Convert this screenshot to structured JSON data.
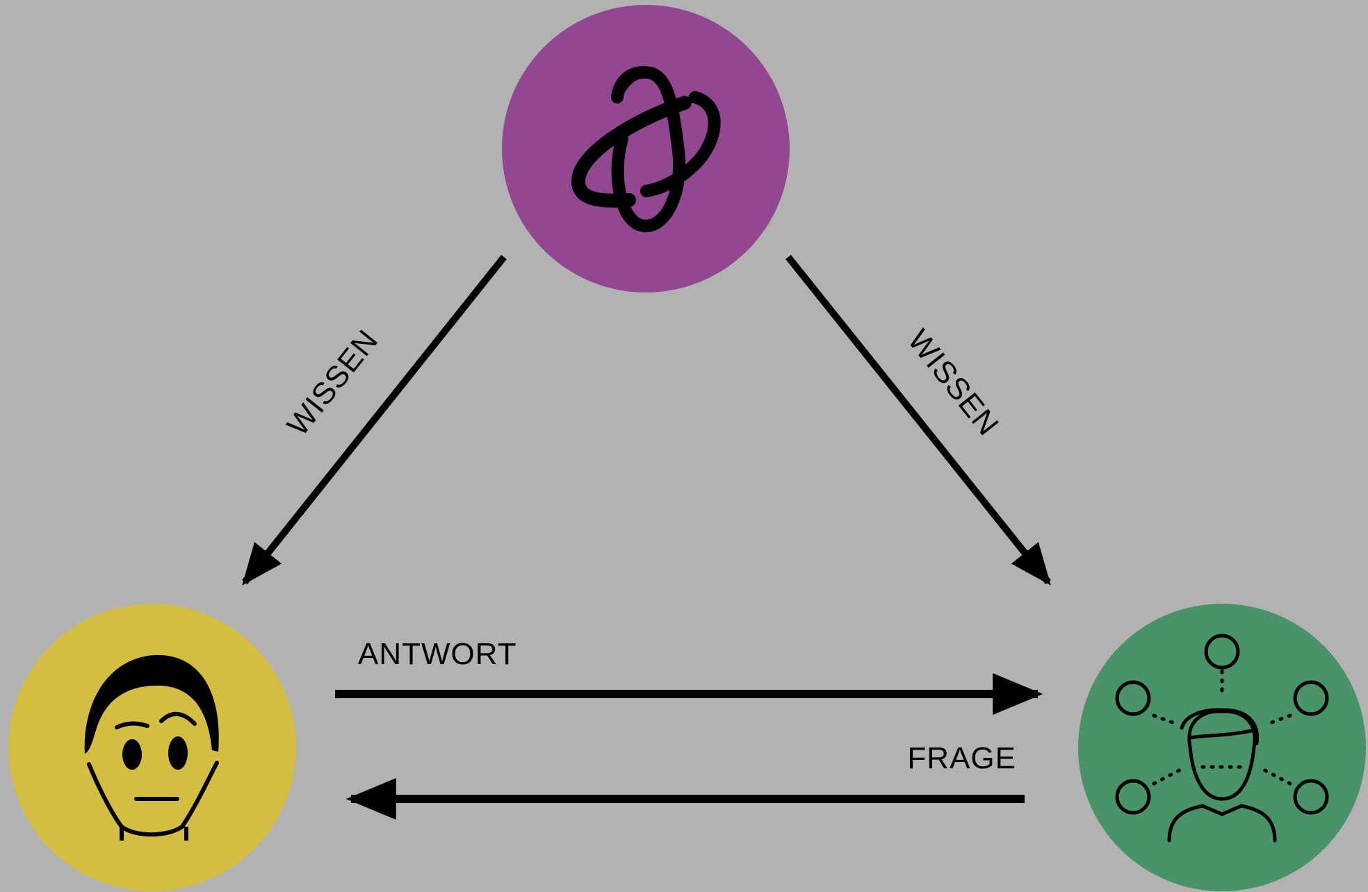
{
  "colors": {
    "background": "#b2b2b2",
    "source_node": "#924891",
    "learner_node": "#d4bd43",
    "group_node": "#4a9267",
    "ink": "#000000"
  },
  "nodes": {
    "source": {
      "icon": "knot-symbol-icon"
    },
    "learner": {
      "icon": "puzzled-face-icon"
    },
    "group": {
      "icon": "person-network-icon"
    }
  },
  "edges": {
    "wissen_left": {
      "label": "WISSEN"
    },
    "wissen_right": {
      "label": "WISSEN"
    },
    "antwort": {
      "label": "ANTWORT"
    },
    "frage": {
      "label": "FRAGE"
    }
  }
}
